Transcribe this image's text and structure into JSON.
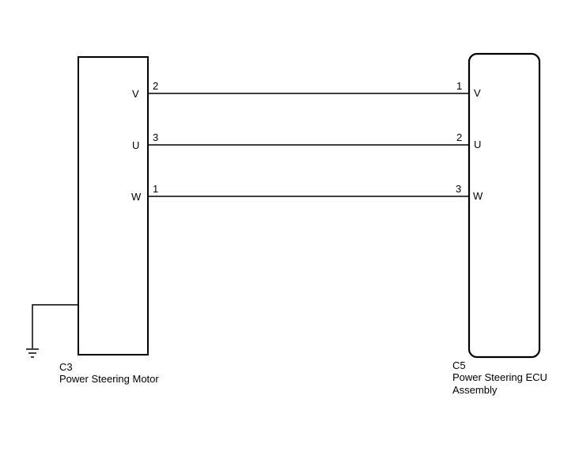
{
  "colors": {
    "line": "#000000",
    "background": "#ffffff"
  },
  "motor": {
    "connector": "C3",
    "name": "Power Steering Motor",
    "pins": {
      "v_label": "V",
      "v_num": "2",
      "u_label": "U",
      "u_num": "3",
      "w_label": "W",
      "w_num": "1"
    }
  },
  "ecu": {
    "connector": "C5",
    "name_line1": "Power Steering ECU",
    "name_line2": "Assembly",
    "pins": {
      "v_label": "V",
      "v_num": "1",
      "u_label": "U",
      "u_num": "2",
      "w_label": "W",
      "w_num": "3"
    }
  },
  "ground": {
    "icon": "ground-icon"
  }
}
